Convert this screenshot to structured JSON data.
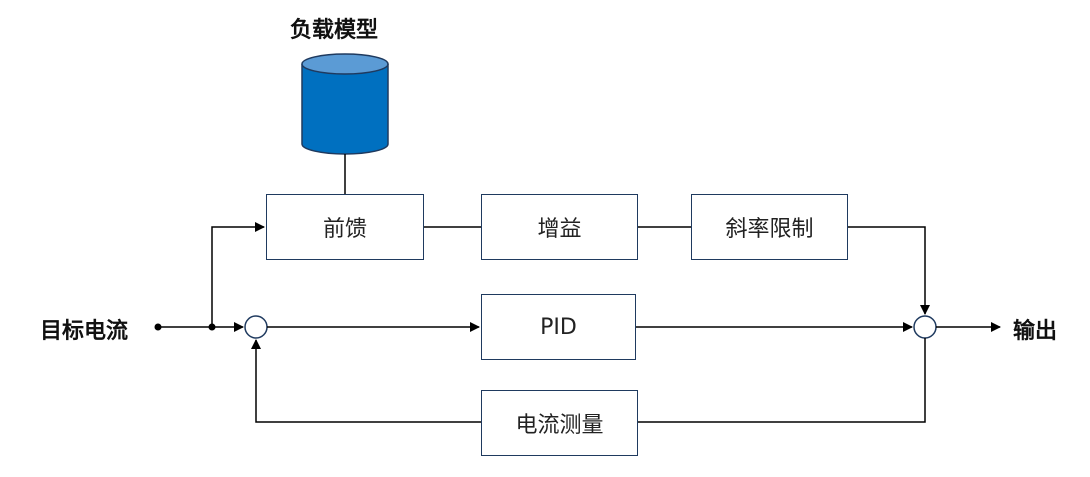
{
  "title": "负载模型",
  "input_label": "目标电流",
  "output_label": "输出",
  "blocks": {
    "feedforward": "前馈",
    "gain": "增益",
    "rate_limit": "斜率限制",
    "pid": "PID",
    "measurement": "电流测量"
  },
  "colors": {
    "cylinder_fill": "#0070c0",
    "cylinder_top": "#5b9bd5",
    "line": "#000000",
    "box_border": "#1f3a5f"
  }
}
